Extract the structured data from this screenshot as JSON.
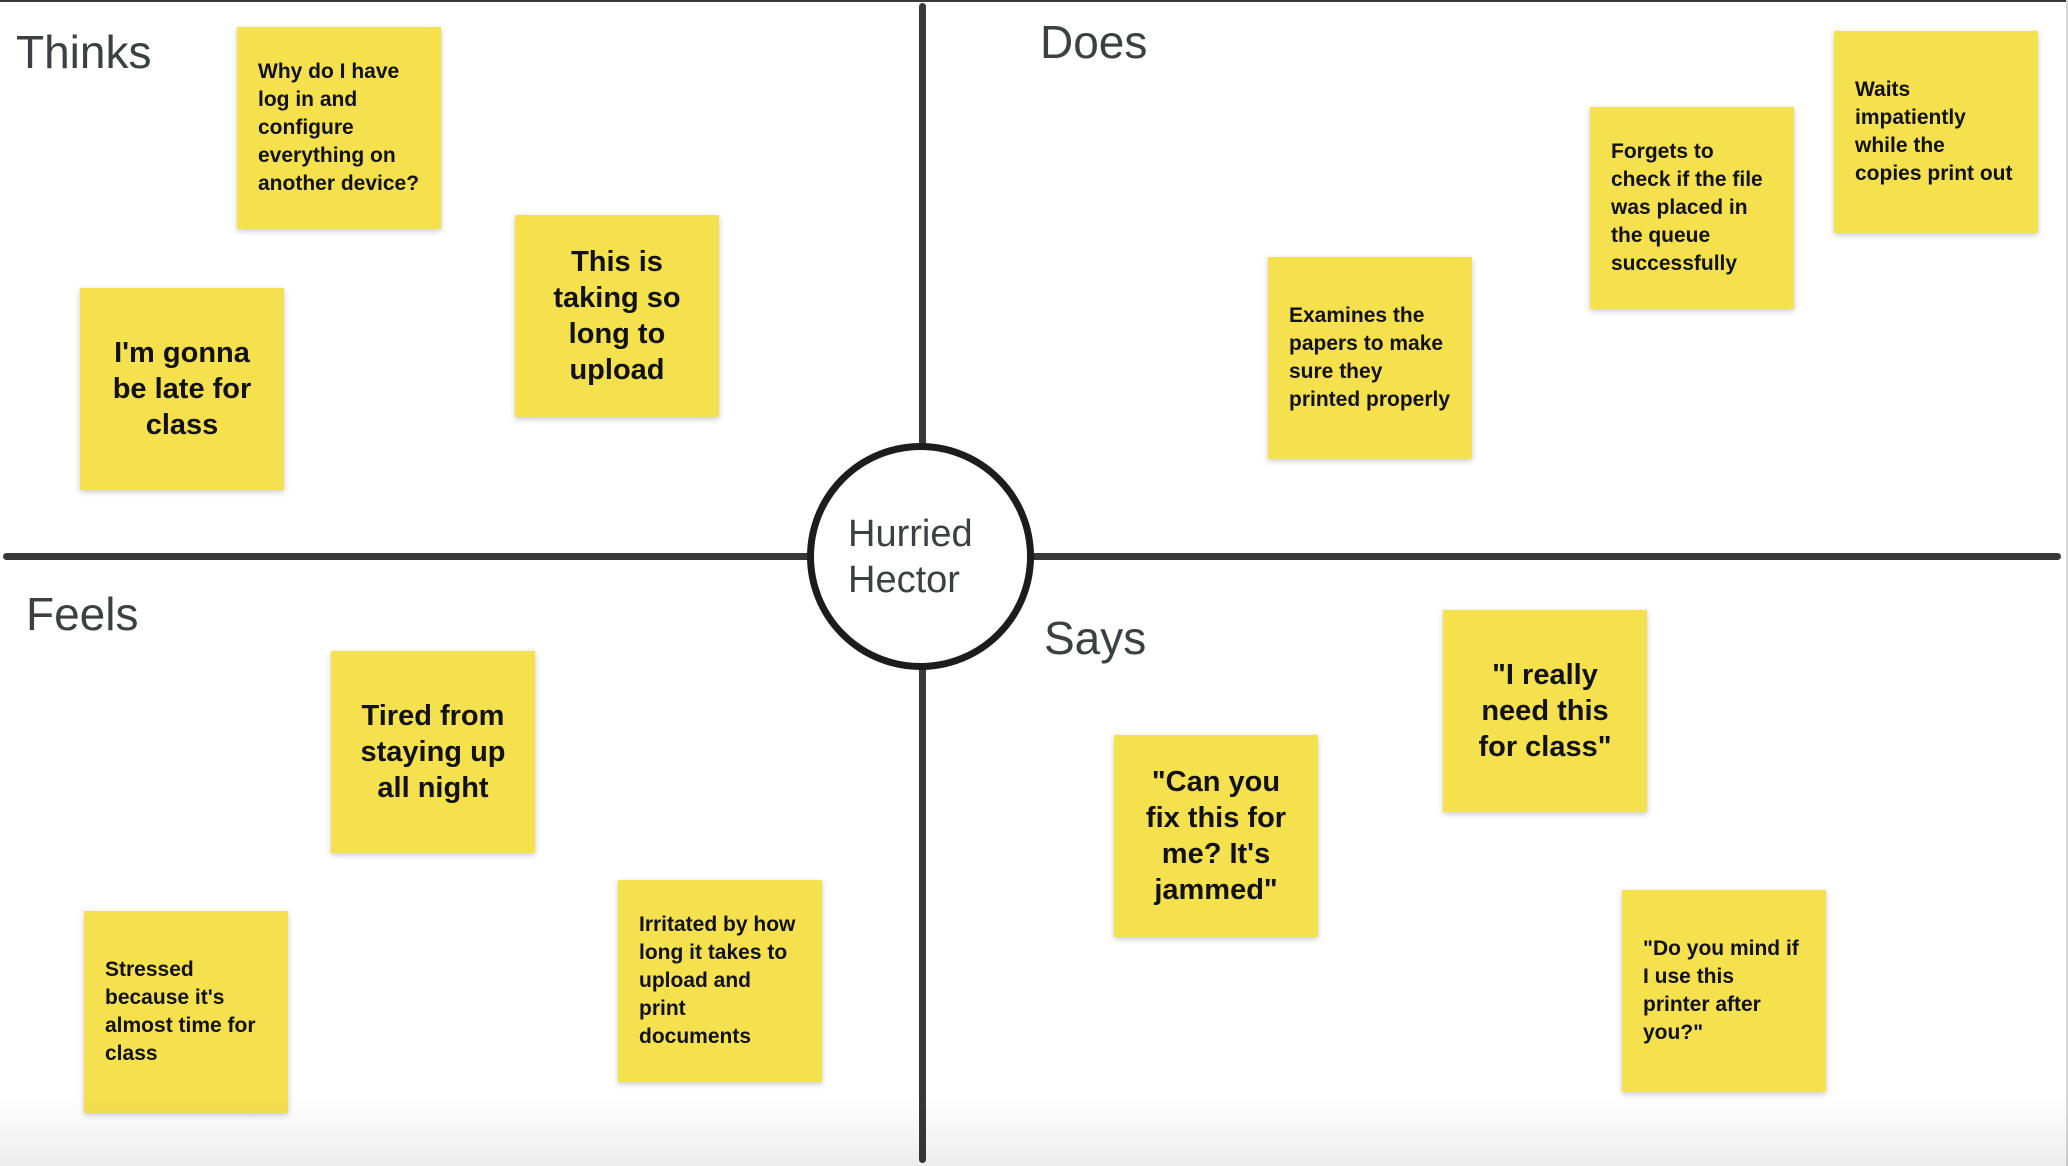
{
  "persona": {
    "line1": "Hurried",
    "line2": "Hector"
  },
  "quadrants": [
    {
      "label": "Thinks",
      "notes": [
        "Why do I have log in and configure everything on another device?",
        "I'm gonna be late for class",
        "This is taking so long to upload"
      ]
    },
    {
      "label": "Does",
      "notes": [
        "Examines the papers to make sure they printed properly",
        "Forgets to check if the file was placed in the queue successfully",
        "Waits impatiently while the copies print out"
      ]
    },
    {
      "label": "Feels",
      "notes": [
        "Tired from staying up all night",
        "Stressed because it's almost time for class",
        "Irritated by how long it takes to upload and print documents"
      ]
    },
    {
      "label": "Says",
      "notes": [
        "\"Can you fix this for me? It's jammed\"",
        "\"I really need this for class\"",
        "\"Do you mind if I use this printer after you?\""
      ]
    }
  ],
  "colors": {
    "sticky_note_yellow": "#F5E04E",
    "axis_line": "#383838",
    "label_text": "#3C4043",
    "note_text": "#111111",
    "circle_border": "#1C1C1C"
  }
}
